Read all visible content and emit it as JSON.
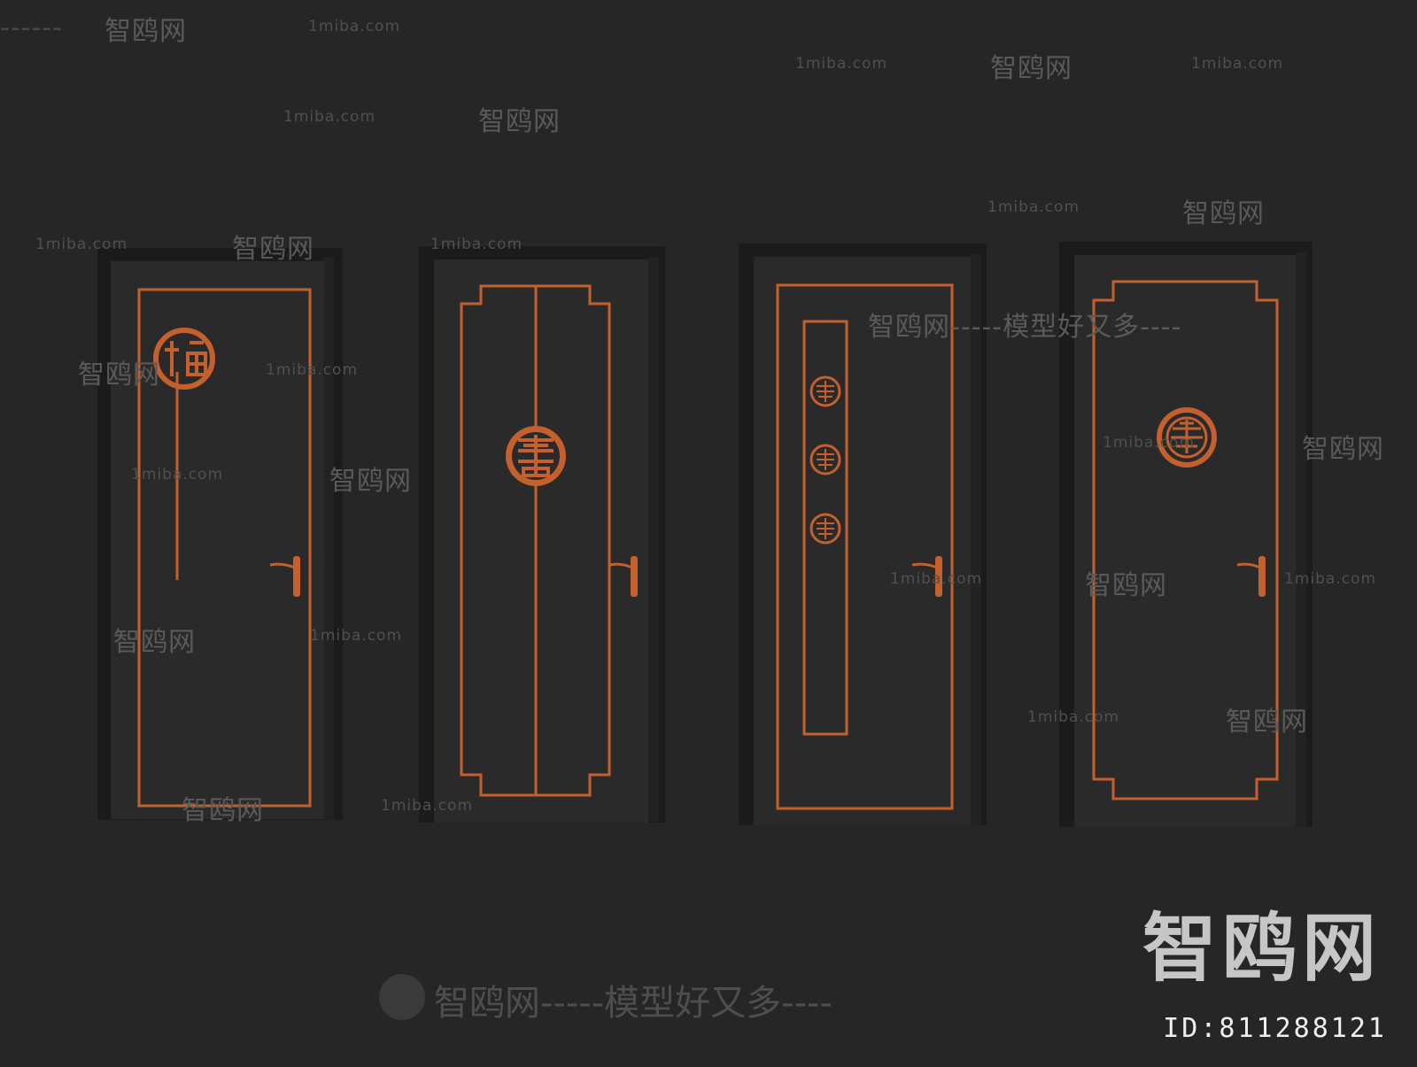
{
  "colors": {
    "background": "#262626",
    "door_frame": "#1b1b1b",
    "door_leaf": "#2a2a2a",
    "inlay": "#c4602e",
    "handle": "#c4602e"
  },
  "doors": [
    {
      "name": "door-fu",
      "motif": "fu-character-medallion"
    },
    {
      "name": "door-xi",
      "motif": "double-happiness-medallion"
    },
    {
      "name": "door-strip",
      "motif": "three-small-medallions-strip"
    },
    {
      "name": "door-shou",
      "motif": "shou-longevity-medallion"
    }
  ],
  "watermarks": {
    "site_cn": "智鸥网",
    "site_url": "1miba.com",
    "dashes": "------",
    "slogan": "智鸥网-----模型好又多----",
    "slogan_mid": "智鸥网-----模型好又多----"
  },
  "brand": {
    "logo_text": "智鸥网",
    "id_label": "ID:811288121"
  }
}
